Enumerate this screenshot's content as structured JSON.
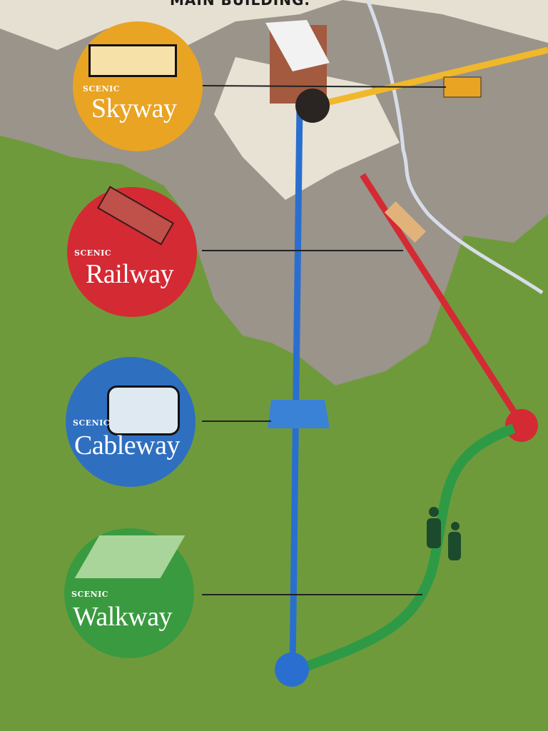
{
  "header": {
    "title": "MAIN BUILDING."
  },
  "attractions": [
    {
      "scenic": "SCENIC",
      "name": "Skyway",
      "color": "#e9a423"
    },
    {
      "scenic": "SCENIC",
      "name": "Railway",
      "color": "#d42a34"
    },
    {
      "scenic": "SCENIC",
      "name": "Cableway",
      "color": "#2f6fc0"
    },
    {
      "scenic": "SCENIC",
      "name": "Walkway",
      "color": "#3a9a40"
    }
  ]
}
